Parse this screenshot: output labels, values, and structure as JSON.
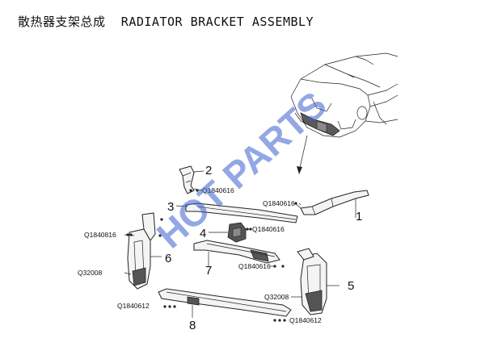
{
  "title": {
    "chinese": "散热器支架总成",
    "english": "RADIATOR BRACKET ASSEMBLY"
  },
  "watermark": "HOT PARTS",
  "watermark_color": "#3a5fd0",
  "callouts": {
    "p1": "1",
    "p2": "2",
    "p3": "3",
    "p4": "4",
    "p5": "5",
    "p6": "6",
    "p7": "7",
    "p8": "8"
  },
  "part_codes": {
    "c_q1840616_a": "Q1840616",
    "c_q1840616_b": "Q1840616",
    "c_q1840616_c": "Q1840616",
    "c_q1840616_d": "Q1840616",
    "c_q1840816": "Q1840816",
    "c_q32008_left": "Q32008",
    "c_q32008_right": "Q32008",
    "c_q1840612_left": "Q1840612",
    "c_q1840612_right": "Q1840612"
  }
}
